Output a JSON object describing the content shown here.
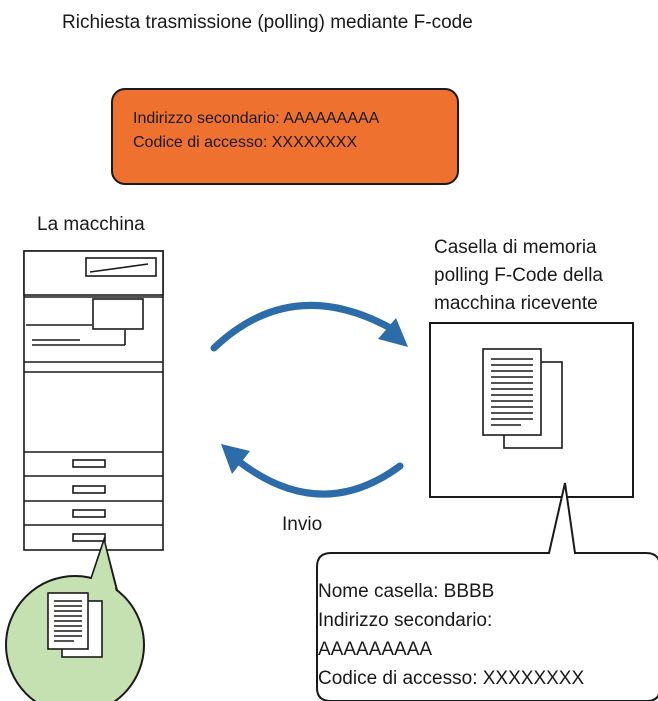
{
  "title": "Richiesta trasmissione (polling) mediante F-code",
  "request_box": {
    "line1": "Indirizzo secondario: AAAAAAAAA",
    "line2": "Codice di accesso: XXXXXXXX",
    "color": "#ee7130"
  },
  "machine_label": "La macchina",
  "mailbox_label": {
    "line1": "Casella di memoria",
    "line2": "polling F-Code della",
    "line3": "macchina ricevente"
  },
  "send_label": "Invio",
  "mailbox_info": {
    "line1": "Nome casella: BBBB",
    "line2": "Indirizzo secondario:",
    "line3": "AAAAAAAAA",
    "line4": "Codice di accesso: XXXXXXXX"
  },
  "colors": {
    "arrow": "#2c6ca9",
    "document_circle": "#c5e1b2"
  },
  "icons": [
    "printer-icon",
    "document-stack-icon",
    "arrow-icon"
  ]
}
